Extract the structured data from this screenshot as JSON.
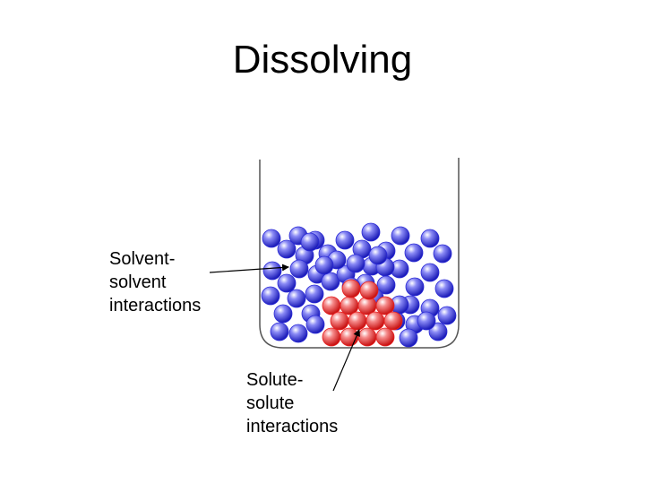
{
  "slide": {
    "title": "Dissolving"
  },
  "labels": {
    "solvent": [
      "Solvent-",
      "solvent",
      "interactions"
    ],
    "solute": [
      "Solute-",
      "solute",
      "interactions"
    ]
  },
  "colors": {
    "solvent_particle": "#2b2bd6",
    "solute_particle": "#e62020",
    "beaker": "#555555",
    "arrow": "#000000"
  },
  "particles": {
    "solvent_count": 52,
    "solute_count": 14
  }
}
